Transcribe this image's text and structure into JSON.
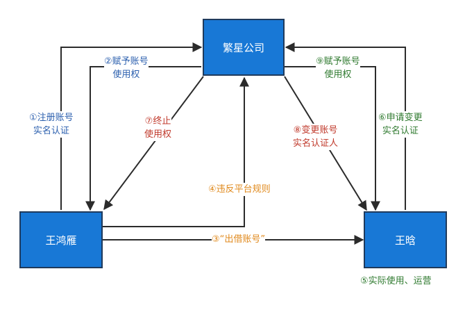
{
  "nodes": {
    "company": "繁星公司",
    "wang_hongyan": "王鸿雁",
    "wang_han": "王晗"
  },
  "edges": {
    "e1": [
      "①注册账号",
      "实名认证"
    ],
    "e2": [
      "②赋予账号",
      "使用权"
    ],
    "e3": "③“出借账号”",
    "e4": "④违反平台规则",
    "e5": "⑤实际使用、运营",
    "e6": [
      "⑥申请变更",
      "实名认证"
    ],
    "e7": [
      "⑦终止",
      "使用权"
    ],
    "e8": [
      "⑧变更账号",
      "实名认证人"
    ],
    "e9": [
      "⑨赋予账号",
      "使用权"
    ]
  },
  "colors": {
    "node_fill": "#1878d6",
    "node_border": "#1f3a5c",
    "blue_text": "#2b5fae",
    "red_text": "#c0392b",
    "green_text": "#2f7a2f",
    "orange_text": "#e08a1e",
    "arrow": "#2b2b2b"
  }
}
